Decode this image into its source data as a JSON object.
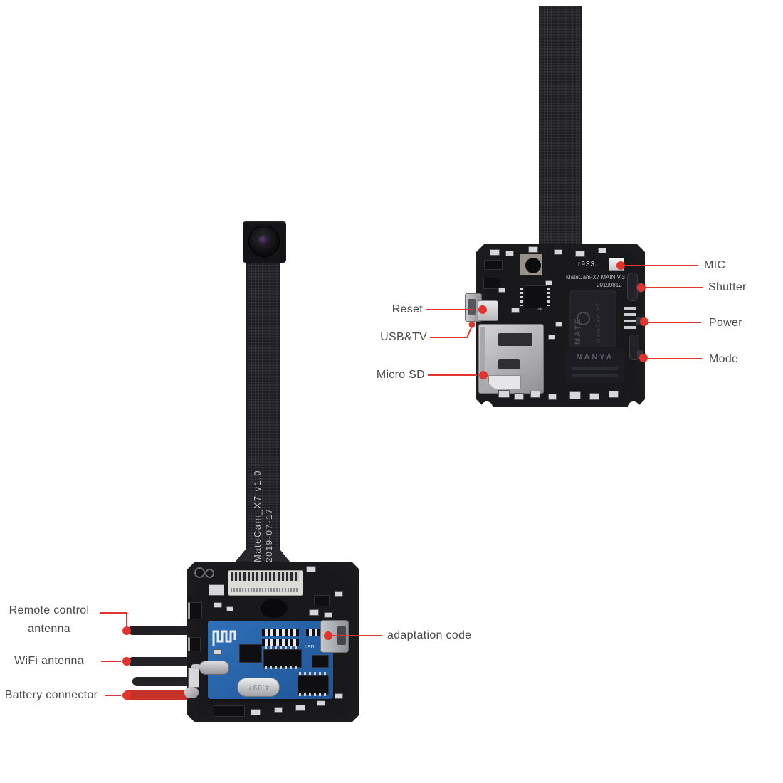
{
  "annotations": {
    "remote_line1": "Remote control",
    "remote_line2": "antenna",
    "wifi": "WiFi antenna",
    "battery": "Battery connector",
    "adaptation": "adaptation code",
    "reset": "Reset",
    "usb_tv": "USB&TV",
    "micro_sd": "Micro SD",
    "mic": "MIC",
    "shutter": "Shutter",
    "power": "Power",
    "mode": "Mode"
  },
  "left_module": {
    "ribbon_line1": "MateCam_X7 v1.0",
    "ribbon_line2": "2019-07-17",
    "crystal": "4.897",
    "led": "LED"
  },
  "right_module": {
    "silk_code": "r933.",
    "silk_name": "MateCam-X7 MAIN V.3",
    "silk_date": "20190812",
    "silk_plus": "+",
    "chip_logo": "MATE",
    "chip_part": "MateCam-X7",
    "ram_brand": "NANYA"
  },
  "colors": {
    "annotation_red": "#e2342c",
    "label_gray": "#4a4a4a",
    "pcb_black": "#19191b",
    "daughter_blue": "#2a66ad"
  }
}
